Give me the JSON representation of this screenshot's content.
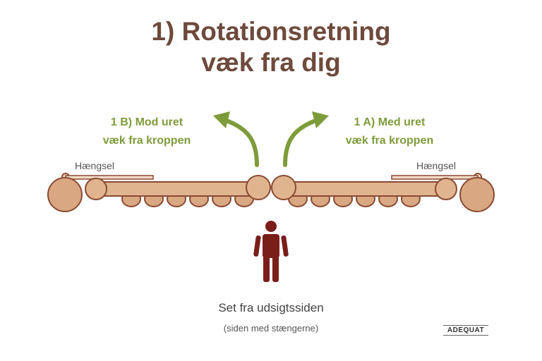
{
  "title": {
    "line1": "1) Rotationsretning",
    "line2": "væk fra dig"
  },
  "arrows": {
    "left_label_line1": "1 B) Mod uret",
    "left_label_line2": "væk fra kroppen",
    "right_label_line1": "1 A) Med uret",
    "right_label_line2": "væk fra kroppen",
    "color": "#7e9b3a"
  },
  "blind": {
    "hinge_left": "Hængsel",
    "hinge_right": "Hængsel",
    "wood_color": "#e0b48f",
    "outline_color": "#8a4a32"
  },
  "figure": {
    "color": "#7a1e1a"
  },
  "caption": {
    "main": "Set fra udsigtssiden",
    "sub": "(siden med stængerne)"
  },
  "logo": {
    "text": "ADEQUAT"
  }
}
